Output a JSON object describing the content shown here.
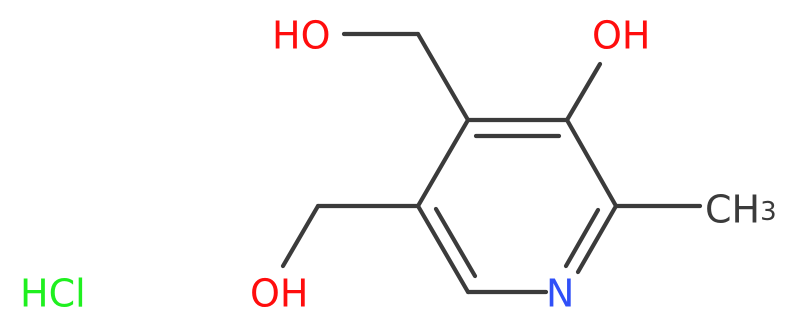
{
  "structure": {
    "labels": {
      "ho_top": "HO",
      "oh_top": "OH",
      "ch3": "CH",
      "ch3_sub": "3",
      "n": "N",
      "oh_bottom": "OH",
      "hcl": "HCl"
    },
    "colors": {
      "bond": "#3b3b3b",
      "oxygen": "#ff0d0d",
      "nitrogen": "#3050f8",
      "carbon_label": "#3b3b3b",
      "chlorine": "#1ff01f"
    }
  }
}
